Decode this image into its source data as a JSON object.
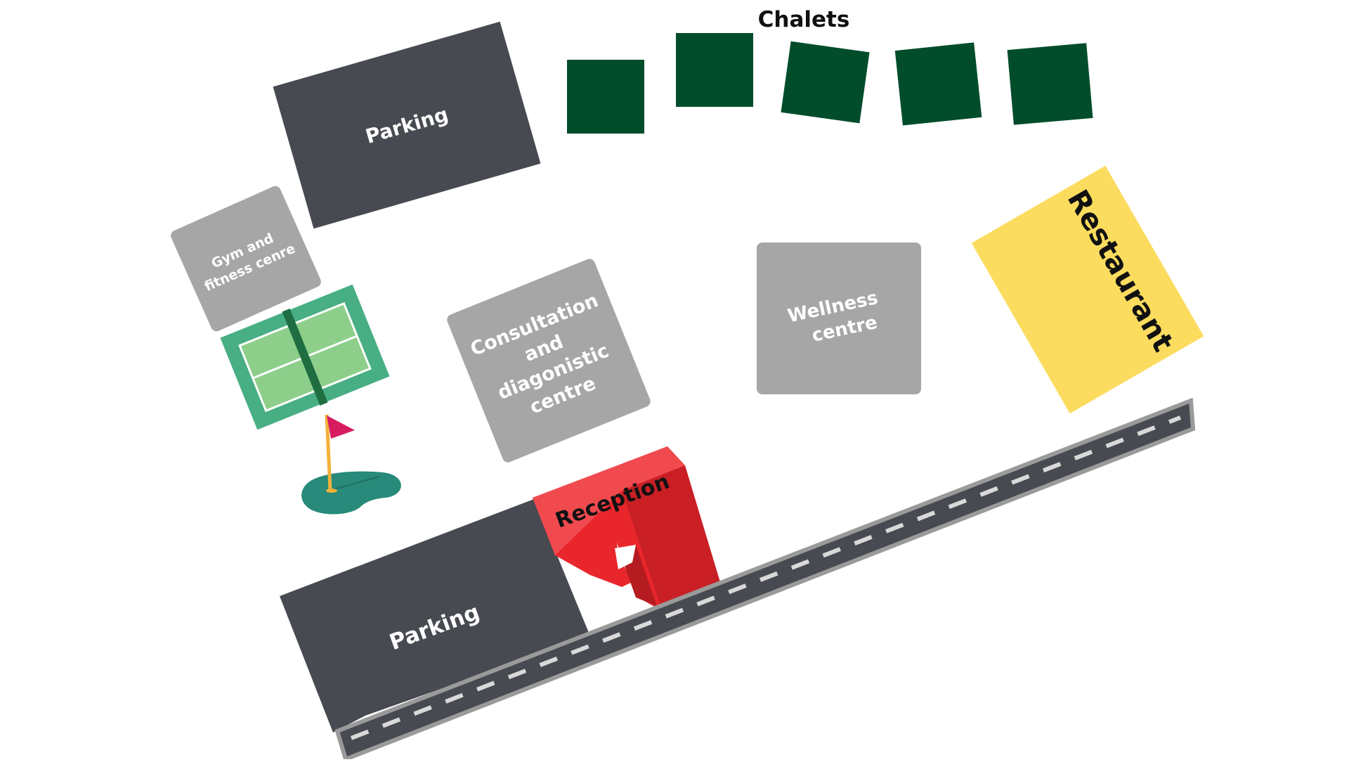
{
  "map": {
    "title": "Chalets",
    "labels": {
      "parking_top": "Parking",
      "gym_line1": "Gym and",
      "gym_line2": "fitness cenre",
      "consultation_line1": "Consultation",
      "consultation_line2": "and",
      "consultation_line3": "diagonistic",
      "consultation_line4": "centre",
      "wellness_line1": "Wellness",
      "wellness_line2": "centre",
      "restaurant": "Restaurant",
      "reception": "Reception",
      "parking_bottom": "Parking"
    },
    "colors": {
      "parking": "#474a50",
      "chalet": "#014d2b",
      "facility": "#a6a6a6",
      "restaurant": "#fbdc5f",
      "reception": "#e8262c",
      "road": "#474a50",
      "road_edge": "#9a9a9a",
      "tennis_outer": "#48ae84",
      "tennis_inner": "#8dcf8a",
      "golf_green": "#278a7a",
      "golf_flag": "#d81b60"
    },
    "icons": [
      "tennis-court-icon",
      "golf-flag-icon"
    ]
  }
}
